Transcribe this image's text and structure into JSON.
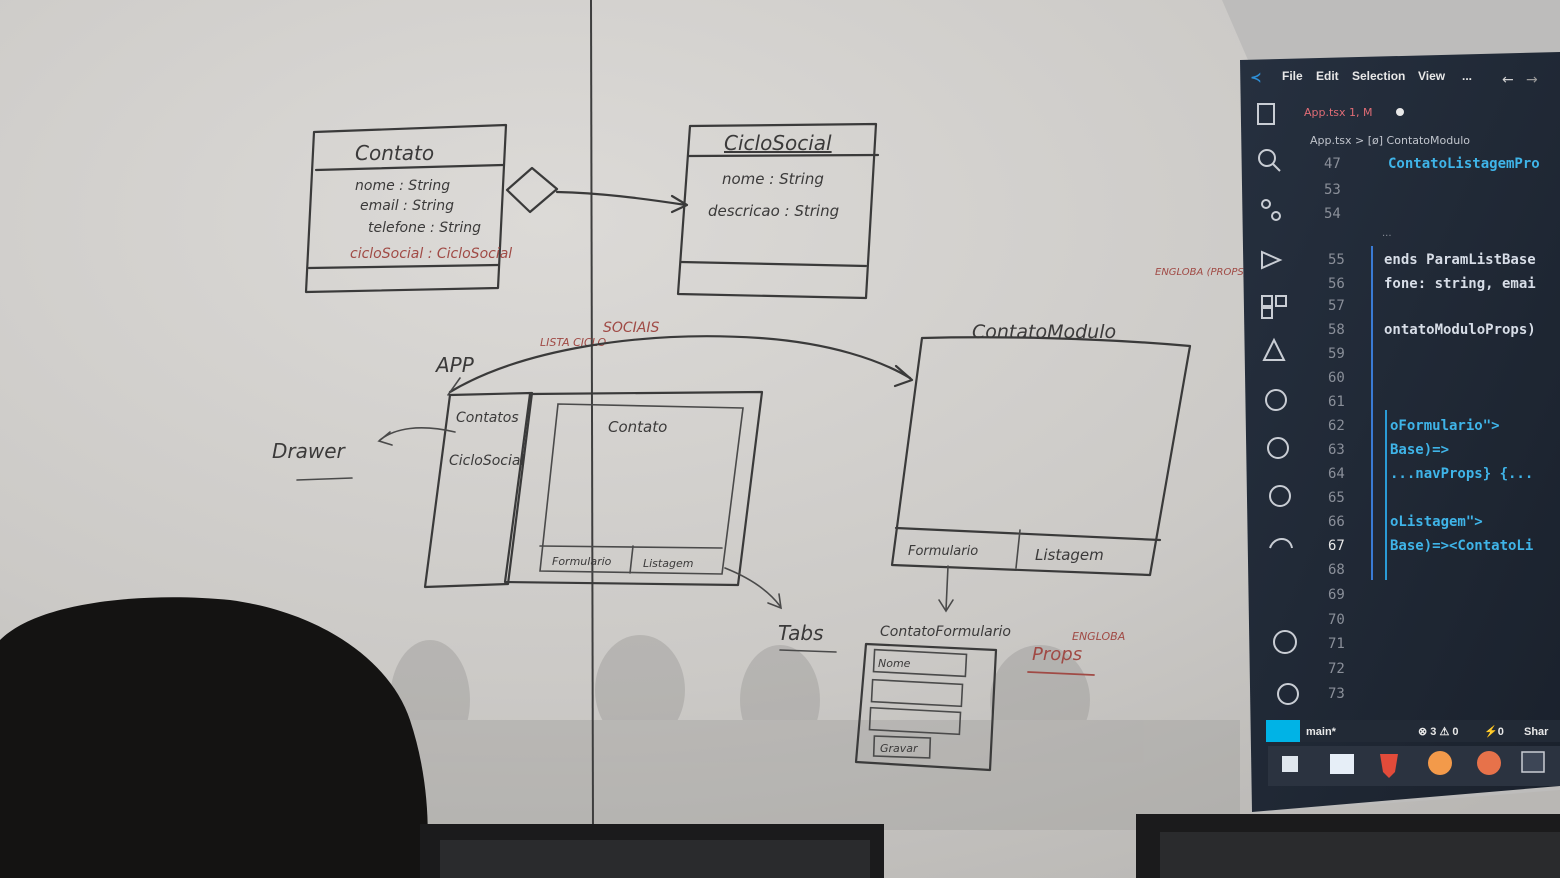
{
  "whiteboard": {
    "contato_class": {
      "title": "Contato",
      "attributes": [
        "nome : String",
        "email : String",
        "telefone : String"
      ],
      "relation_attr": "cicloSocial : CicloSocial"
    },
    "ciclo_class": {
      "title": "CicloSocial",
      "attributes": [
        "nome : String",
        "descricao : String"
      ]
    },
    "app_label": "APP",
    "lista_label": "LISTA CICLO",
    "sociais_label": "SOCIAIS",
    "drawer_label": "Drawer",
    "drawer_items": [
      "Contatos",
      "CicloSocial"
    ],
    "contato_screen_title": "Contato",
    "tab_labels": [
      "Formulario",
      "Listagem"
    ],
    "tabs_label": "Tabs",
    "contato_modulo": {
      "title": "ContatoModulo",
      "note": "ENGLOBA (PROPS)",
      "tabs": [
        "Formulario",
        "Listagem"
      ]
    },
    "contato_formulario": {
      "title": "ContatoFormulario",
      "props_label": "Props",
      "props_note": "ENGLOBA",
      "fields": [
        "Nome",
        "",
        ""
      ],
      "button": "Gravar"
    }
  },
  "vscode": {
    "menu": [
      "File",
      "Edit",
      "Selection",
      "View",
      "..."
    ],
    "tab": "App.tsx 1, M",
    "breadcrumb": "App.tsx > [ø] ContatoModulo",
    "lines": [
      {
        "num": "47",
        "code": "ContatoListagemPro"
      },
      {
        "num": "53",
        "code": ""
      },
      {
        "num": "54",
        "code": ""
      },
      {
        "num": "55",
        "code": "ends ParamListBase"
      },
      {
        "num": "56",
        "code": "fone: string, emai"
      },
      {
        "num": "57",
        "code": ""
      },
      {
        "num": "58",
        "code": "ontatoModuloProps)"
      },
      {
        "num": "59",
        "code": ""
      },
      {
        "num": "60",
        "code": ""
      },
      {
        "num": "61",
        "code": ""
      },
      {
        "num": "62",
        "code": "oFormulario\">"
      },
      {
        "num": "63",
        "code": "Base)=>"
      },
      {
        "num": "64",
        "code": "...navProps} {..."
      },
      {
        "num": "65",
        "code": ""
      },
      {
        "num": "66",
        "code": "oListagem\">"
      },
      {
        "num": "67",
        "code": "Base)=><ContatoLi"
      },
      {
        "num": "68",
        "code": ""
      },
      {
        "num": "69",
        "code": ""
      },
      {
        "num": "70",
        "code": ""
      },
      {
        "num": "71",
        "code": ""
      },
      {
        "num": "72",
        "code": ""
      },
      {
        "num": "73",
        "code": ""
      }
    ],
    "status": {
      "branch": "main*",
      "problems": "⊗ 3 ⚠ 0",
      "ports": "⚡0",
      "share": "Shar"
    }
  },
  "colors": {
    "whiteboard": "#cfcdca",
    "ink": "#3a3a3a",
    "red_ink": "#a04a45",
    "editor_bg": "#1f2430",
    "accent": "#00b3e6"
  }
}
